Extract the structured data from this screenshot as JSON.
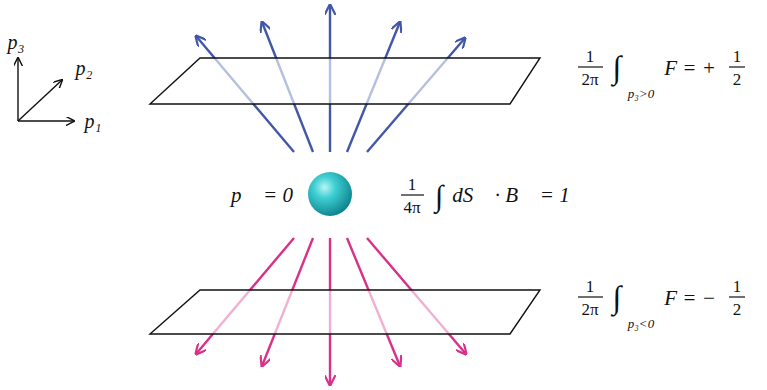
{
  "diagram": {
    "labels": [
      "p₃",
      "p₂",
      "p₁",
      "p⃗ = 0",
      "1",
      "4π",
      "∫",
      "dS⃗ · B⃗ = 1",
      "1",
      "2π",
      "∫",
      "p₃>0",
      "F = +",
      "1",
      "2",
      "1",
      "2π",
      "∫",
      "p₃<0",
      "F = −",
      "1",
      "2"
    ]
  }
}
